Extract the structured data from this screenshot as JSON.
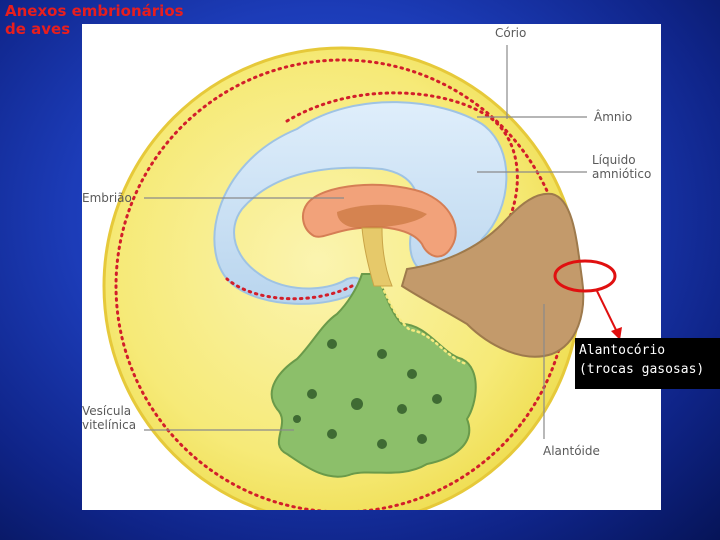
{
  "slide": {
    "title": "Anexos embrionários\nde aves"
  },
  "diagram": {
    "labels": {
      "corio": "Cório",
      "amnio": "Âmnio",
      "liquido_amniotico": "Líquido\namniótico",
      "embriao": "Embrião",
      "vesicula_vitelinica": "Vesícula\nvitelínica",
      "alantoide": "Alantóide"
    },
    "callout": "Alantocório\n(trocas gasosas)"
  },
  "colors": {
    "background": "#1c3cb8",
    "title": "#e81e1e",
    "shell": "#f5e870",
    "amnion_fluid": "#cfe3f5",
    "embryo": "#f2a27a",
    "yolk_sac": "#8cbf6a",
    "allantois": "#c39a6b",
    "membrane_dots": "#d21e2a",
    "highlight": "#e01010"
  }
}
